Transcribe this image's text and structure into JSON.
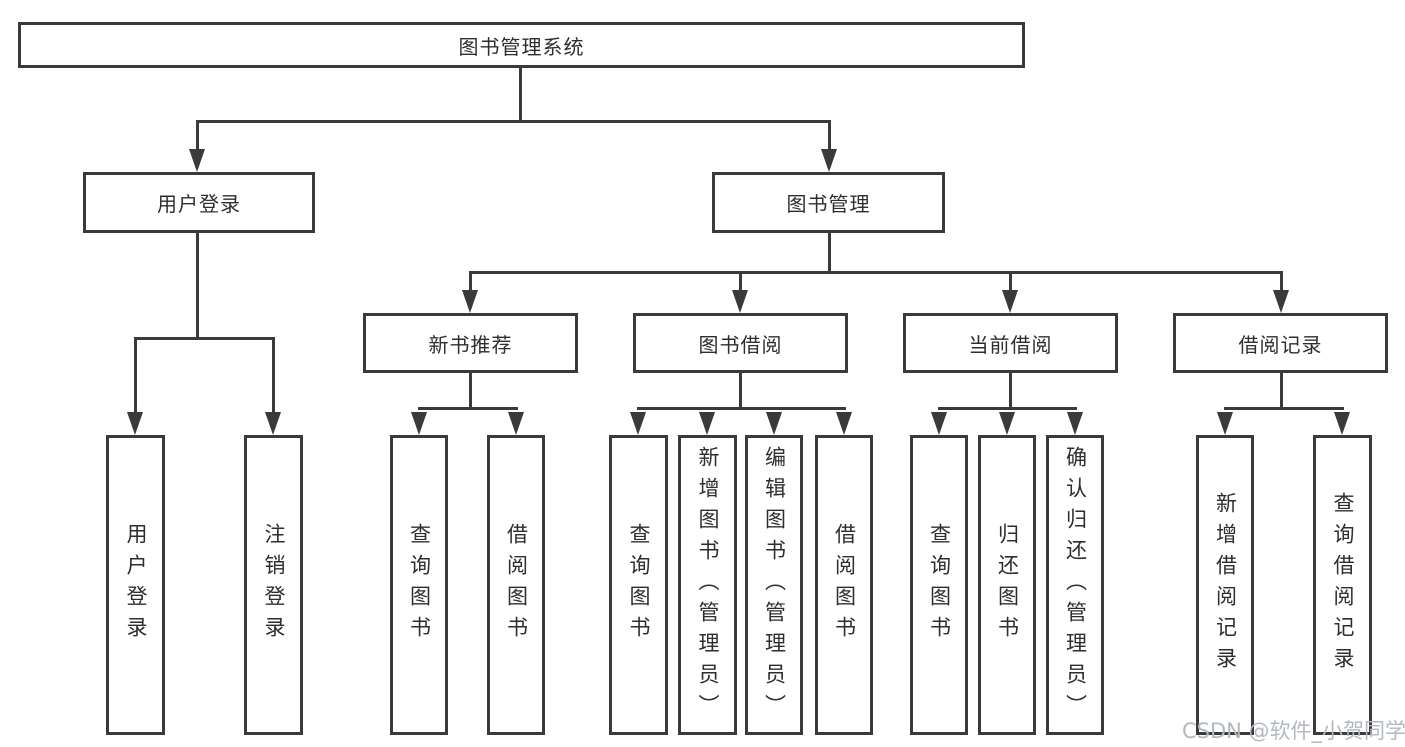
{
  "colors": {
    "line": "#3a3a3a",
    "text": "#2e2e2e",
    "watermark": "#b3b9be",
    "bg": "#ffffff"
  },
  "tree": {
    "root": {
      "label": "图书管理系统"
    },
    "level2": [
      {
        "label": "用户登录",
        "children": [
          {
            "label": "用户登录"
          },
          {
            "label": "注销登录"
          }
        ]
      },
      {
        "label": "图书管理",
        "children": [
          {
            "label": "新书推荐",
            "children": [
              {
                "label": "查询图书"
              },
              {
                "label": "借阅图书"
              }
            ]
          },
          {
            "label": "图书借阅",
            "children": [
              {
                "label": "查询图书"
              },
              {
                "label": "新增图书（管理员）"
              },
              {
                "label": "编辑图书（管理员）"
              },
              {
                "label": "借阅图书"
              }
            ]
          },
          {
            "label": "当前借阅",
            "children": [
              {
                "label": "查询图书"
              },
              {
                "label": "归还图书"
              },
              {
                "label": "确认归还（管理员）"
              }
            ]
          },
          {
            "label": "借阅记录",
            "children": [
              {
                "label": "新增借阅记录"
              },
              {
                "label": "查询借阅记录"
              }
            ]
          }
        ]
      }
    ]
  },
  "watermark": {
    "text": "CSDN @软件_小贺同学"
  }
}
